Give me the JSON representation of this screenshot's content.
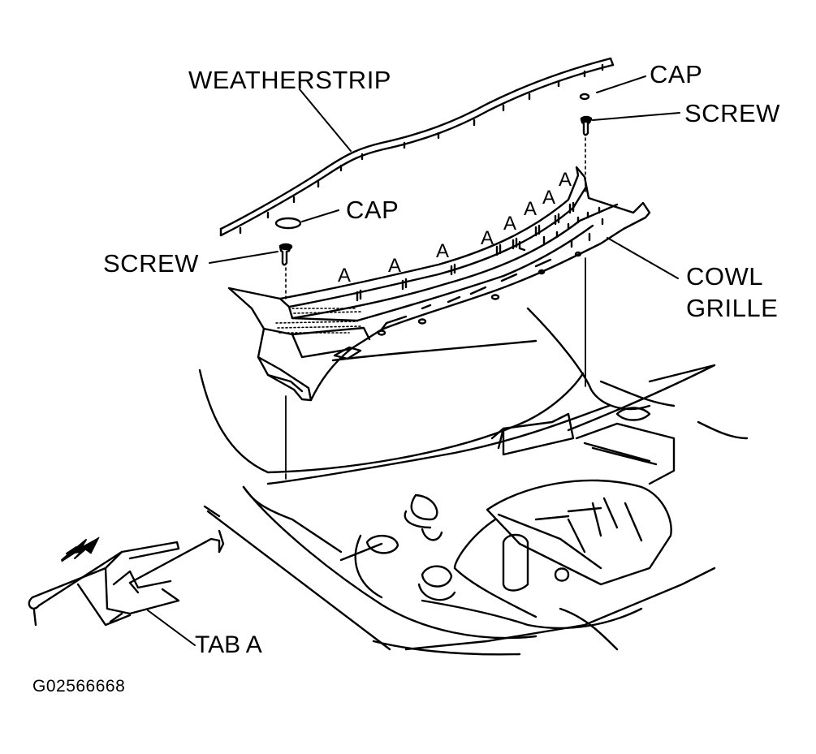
{
  "labels": {
    "weatherstrip": "WEATHERSTRIP",
    "cap_right": "CAP",
    "screw_right": "SCREW",
    "cap_left": "CAP",
    "screw_left": "SCREW",
    "cowl": "COWL",
    "grille": "GRILLE",
    "tab_a": "TAB A",
    "tab_marker": "A"
  },
  "figure_code": "G02566668"
}
